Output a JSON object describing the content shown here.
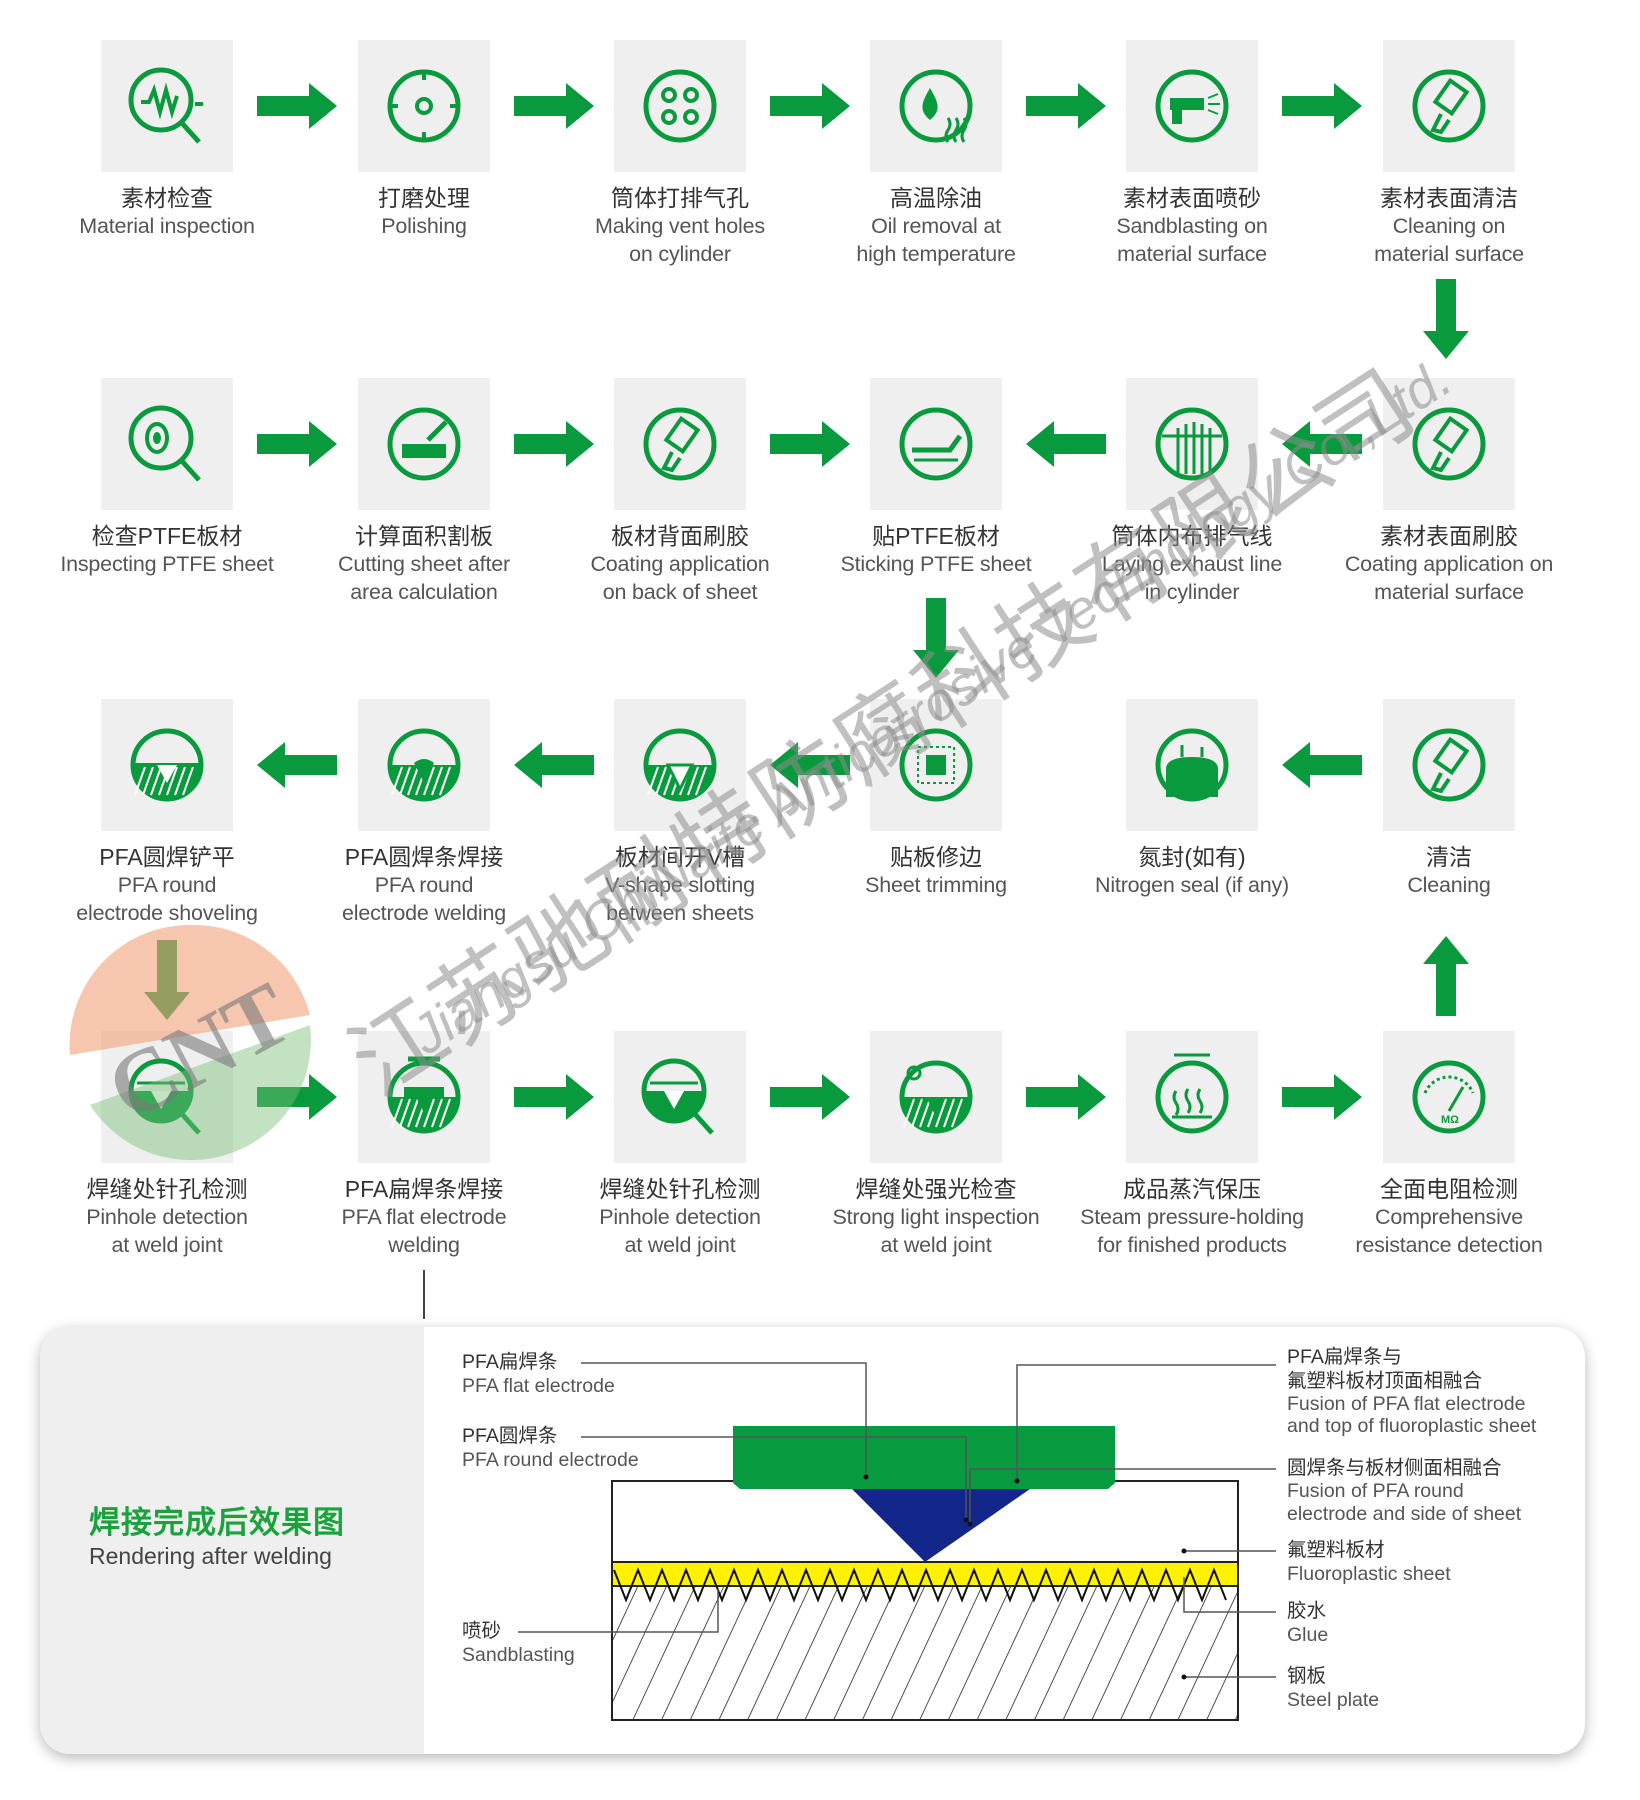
{
  "colors": {
    "accent": "#0a9a3e",
    "box_bg": "#efefef",
    "electrode_green": "#079a3f",
    "round_blue": "#13278a",
    "glue_yellow": "#fff100"
  },
  "steps": [
    {
      "cn": "素材检查",
      "en": [
        "Material inspection"
      ],
      "icon": "magnifier-wave-icon"
    },
    {
      "cn": "打磨处理",
      "en": [
        "Polishing"
      ],
      "icon": "crosshair-icon"
    },
    {
      "cn": "筒体打排气孔",
      "en": [
        "Making vent holes",
        "on cylinder"
      ],
      "icon": "four-holes-icon"
    },
    {
      "cn": "高温除油",
      "en": [
        "Oil removal at",
        "high temperature"
      ],
      "icon": "oil-drop-heat-icon"
    },
    {
      "cn": "素材表面喷砂",
      "en": [
        "Sandblasting on",
        "material surface"
      ],
      "icon": "spray-gun-icon"
    },
    {
      "cn": "素材表面清洁",
      "en": [
        "Cleaning on",
        "material surface"
      ],
      "icon": "brush-icon"
    },
    {
      "cn": "检查PTFE板材",
      "en": [
        "Inspecting PTFE sheet"
      ],
      "icon": "roll-magnifier-icon"
    },
    {
      "cn": "计算面积割板",
      "en": [
        "Cutting sheet after",
        "area calculation"
      ],
      "icon": "cutting-icon"
    },
    {
      "cn": "板材背面刷胶",
      "en": [
        "Coating application",
        "on back of sheet"
      ],
      "icon": "paint-brush-icon"
    },
    {
      "cn": "贴PTFE板材",
      "en": [
        "Sticking PTFE sheet"
      ],
      "icon": "sheet-sticking-icon"
    },
    {
      "cn": "筒体内布排气线",
      "en": [
        "Laying exhaust line",
        "in cylinder"
      ],
      "icon": "exhaust-lines-icon"
    },
    {
      "cn": "素材表面刷胶",
      "en": [
        "Coating application on",
        "material surface"
      ],
      "icon": "paint-brush-icon"
    },
    {
      "cn": "PFA圆焊铲平",
      "en": [
        "PFA round",
        "electrode shoveling"
      ],
      "icon": "weld-flat-icon"
    },
    {
      "cn": "PFA圆焊条焊接",
      "en": [
        "PFA round",
        "electrode welding"
      ],
      "icon": "weld-round-icon"
    },
    {
      "cn": "板材间开V槽",
      "en": [
        "V-shape slotting",
        "between sheets"
      ],
      "icon": "v-groove-icon"
    },
    {
      "cn": "贴板修边",
      "en": [
        "Sheet trimming"
      ],
      "icon": "trim-square-icon"
    },
    {
      "cn": "氮封(如有)",
      "en": [
        "Nitrogen seal (if any)"
      ],
      "icon": "gas-tank-icon"
    },
    {
      "cn": "清洁",
      "en": [
        "Cleaning"
      ],
      "icon": "brush-icon"
    },
    {
      "cn": "焊缝处针孔检测",
      "en": [
        "Pinhole detection",
        "at weld joint"
      ],
      "icon": "weld-magnifier-icon"
    },
    {
      "cn": "PFA扁焊条焊接",
      "en": [
        "PFA flat electrode",
        "welding"
      ],
      "icon": "weld-flat-bar-icon"
    },
    {
      "cn": "焊缝处针孔检测",
      "en": [
        "Pinhole detection",
        "at weld joint"
      ],
      "icon": "weld-magnifier-icon"
    },
    {
      "cn": "焊缝处强光检查",
      "en": [
        "Strong light inspection",
        "at weld joint"
      ],
      "icon": "weld-light-icon"
    },
    {
      "cn": "成品蒸汽保压",
      "en": [
        "Steam pressure-holding",
        "for finished products"
      ],
      "icon": "steam-icon"
    },
    {
      "cn": "全面电阻检测",
      "en": [
        "Comprehensive",
        "resistance detection"
      ],
      "icon": "ohm-meter-icon"
    }
  ],
  "panel": {
    "title": "焊接完成后效果图",
    "subtitle": "Rendering after welding",
    "labels": {
      "flat_cn": "PFA扁焊条",
      "flat_en": "PFA flat electrode",
      "round_cn": "PFA圆焊条",
      "round_en": "PFA round electrode",
      "sand_cn": "喷砂",
      "sand_en": "Sandblasting",
      "fusion_top_cn1": "PFA扁焊条与",
      "fusion_top_cn2": "氟塑料板材顶面相融合",
      "fusion_top_en1": "Fusion of PFA flat electrode",
      "fusion_top_en2": "and top of fluoroplastic sheet",
      "fusion_side_cn": "圆焊条与板材侧面相融合",
      "fusion_side_en1": "Fusion of PFA round",
      "fusion_side_en2": "electrode and side of sheet",
      "sheet_cn": "氟塑料板材",
      "sheet_en": "Fluoroplastic sheet",
      "glue_cn": "胶水",
      "glue_en": "Glue",
      "steel_cn": "钢板",
      "steel_en": "Steel plate"
    }
  },
  "watermark": {
    "company_cn": "江苏驰耐特防腐科技有限公司",
    "company_en": "Jiangsu ChiNaite Anticorrosive Technology Co.,Ltd.",
    "logo": "CNT"
  }
}
